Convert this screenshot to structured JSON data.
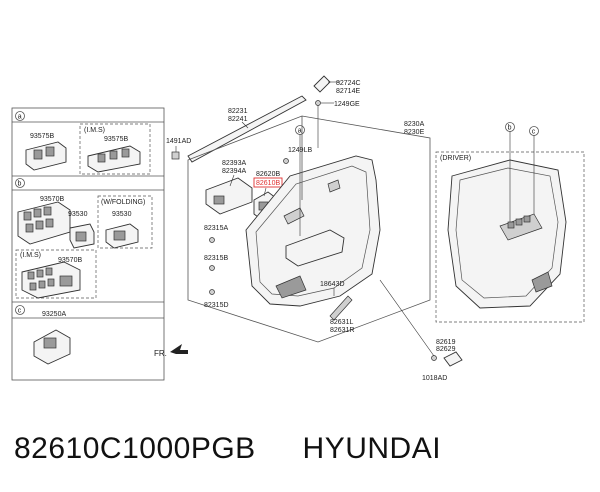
{
  "legend": {
    "a": {
      "tag": "a",
      "label": "93575B",
      "ims_title": "(I.M.S)",
      "ims_label": "93575B"
    },
    "b": {
      "tag": "b",
      "part1": "93570B",
      "part2": "93530",
      "folding_title": "(W/FOLDING)",
      "folding_part": "93530",
      "ims_title": "(I.M.S)",
      "ims_part": "93570B"
    },
    "c": {
      "tag": "c",
      "label": "93250A"
    }
  },
  "labels": {
    "p82231": "82231",
    "p82241": "82241",
    "p1491AD": "1491AD",
    "p82393A": "82393A",
    "p82394A": "82394A",
    "p82620B": "82620B",
    "p82610B": "82610B",
    "p1249LB": "1249LB",
    "p82724C": "82724C",
    "p82714E": "82714E",
    "p1249GE": "1249GE",
    "p8230A": "8230A",
    "p8230E": "8230E",
    "p82315A": "82315A",
    "p82315B": "82315B",
    "p82315D": "82315D",
    "p18643D": "18643D",
    "p82631L": "82631L",
    "p82631R": "82631R",
    "p82619": "82619",
    "p82629": "82629",
    "p1018AD": "1018AD",
    "driver": "(DRIVER)",
    "fr": "FR.",
    "callout_a": "a",
    "callout_b": "b",
    "callout_c": "c"
  },
  "caption": {
    "part_number": "82610C1000PGB",
    "brand": "HYUNDAI"
  },
  "colors": {
    "highlight": "#e03030"
  }
}
